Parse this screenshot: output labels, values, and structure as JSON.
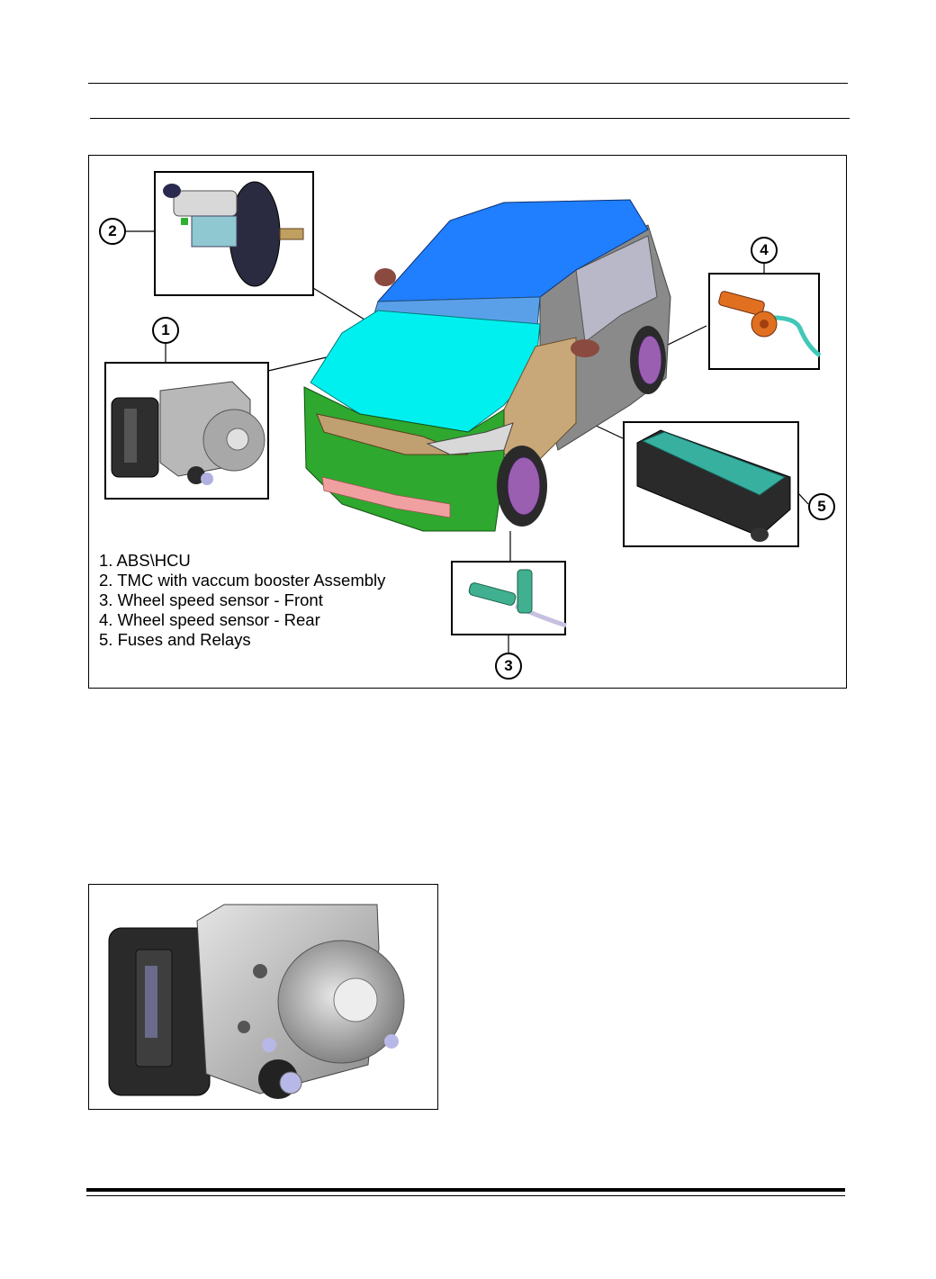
{
  "legend": {
    "items": [
      "1. ABS\\HCU",
      "2. TMC with vaccum booster Assembly",
      "3. Wheel speed sensor - Front",
      "4. Wheel speed sensor - Rear",
      "5. Fuses and Relays"
    ]
  },
  "callouts": [
    "1",
    "2",
    "3",
    "4",
    "5"
  ],
  "colors": {
    "roof": "#1f7fff",
    "hood": "#00f0f0",
    "bumper": "#2ea82e",
    "fender": "#c8a878",
    "grille_strip": "#f0a0a0",
    "wheel": "#9a5fb0",
    "sensor_rear": "#e07020",
    "sensor_front": "#40b090",
    "fuse_box": "#38b0a0"
  },
  "icons": [
    "car-illustration",
    "abs-hcu-unit",
    "tmc-booster",
    "wheel-speed-sensor-front",
    "wheel-speed-sensor-rear",
    "fuse-relay-box",
    "abs-hcu-unit-large"
  ]
}
